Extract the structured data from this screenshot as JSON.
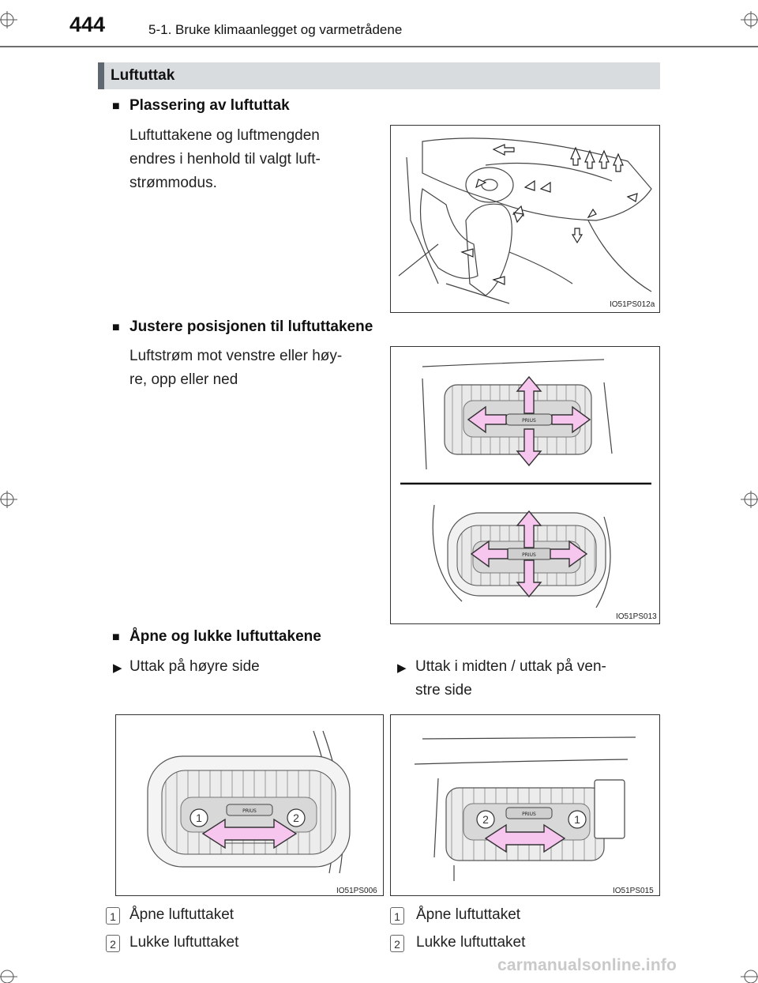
{
  "header": {
    "page_number": "444",
    "chapter": "5-1. Bruke klimaanlegget og varmetrådene"
  },
  "section": {
    "title": "Luftuttak"
  },
  "blocks": {
    "placement": {
      "bullet": "■",
      "heading": "Plassering av luftuttak",
      "text": "Luftuttakene og luftmengden endres i henhold til valgt luft-strømmodus.",
      "lines": [
        "Luftuttakene og luftmengden",
        "endres i henhold til valgt luft-",
        "strømmodus."
      ],
      "figure_code": "IO51PS012a"
    },
    "adjust": {
      "bullet": "■",
      "heading": "Justere posisjonen til luftuttakene",
      "lines": [
        "Luftstrøm mot venstre eller høy-",
        "re, opp eller ned"
      ],
      "figure_code": "IO51PS013"
    },
    "open_close": {
      "bullet": "■",
      "heading": "Åpne og lukke luftuttakene",
      "left": {
        "marker": "▶",
        "label": "Uttak på høyre side",
        "figure_code": "IO51PS006"
      },
      "right": {
        "marker": "▶",
        "lines": [
          "Uttak i midten / uttak på ven-",
          "stre side"
        ],
        "figure_code": "IO51PS015"
      }
    }
  },
  "legend": {
    "left": [
      {
        "num": "1",
        "text": "Åpne luftuttaket"
      },
      {
        "num": "2",
        "text": "Lukke luftuttaket"
      }
    ],
    "right": [
      {
        "num": "1",
        "text": "Åpne luftuttaket"
      },
      {
        "num": "2",
        "text": "Lukke luftuttaket"
      }
    ]
  },
  "vent_labels": {
    "brand": "PRIUS",
    "callout_1": "1",
    "callout_2": "2"
  },
  "watermark": "carmanualsonline.info"
}
